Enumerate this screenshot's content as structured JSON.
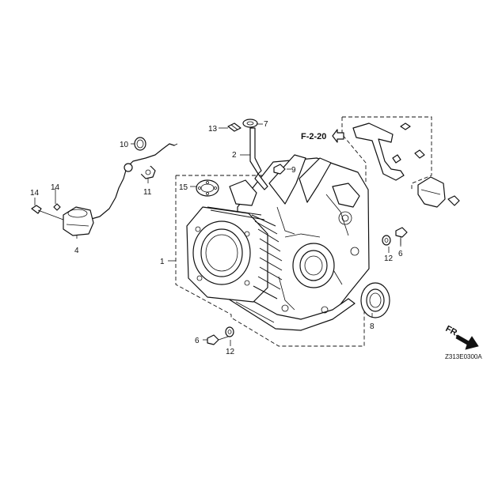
{
  "diagram": {
    "callouts": {
      "c1": "1",
      "c2": "2",
      "c4": "4",
      "c6a": "6",
      "c6b": "6",
      "c7": "7",
      "c8": "8",
      "c9": "9",
      "c10": "10",
      "c11": "11",
      "c12a": "12",
      "c12b": "12",
      "c13": "13",
      "c14a": "14",
      "c14b": "14",
      "c15": "15"
    },
    "ref_label": "F-2-20",
    "direction_label": "FR.",
    "drawing_code": "Z313E0300A"
  }
}
